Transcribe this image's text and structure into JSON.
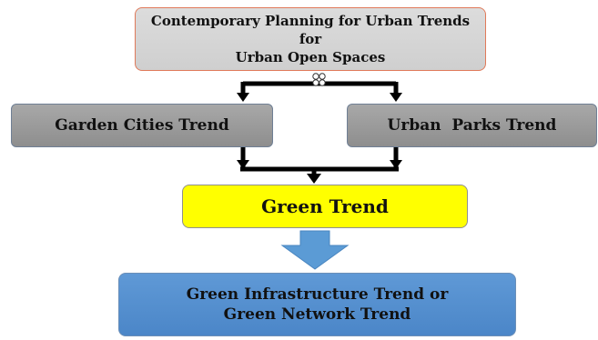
{
  "diagram": {
    "top_box": {
      "label": "Contemporary Planning for Urban Trends  for\nUrban Open Spaces"
    },
    "left_box": {
      "label": "Garden Cities Trend"
    },
    "right_box": {
      "label": "Urban  Parks Trend"
    },
    "green_box": {
      "label": "Green Trend"
    },
    "bottom_box": {
      "label": "Green Infrastructure Trend or\nGreen Network Trend"
    },
    "colors": {
      "top_box_fill": "#d6d6d6",
      "top_box_border": "#e07a5a",
      "middle_boxes_fill": "#9a9a9a",
      "green_box_fill": "#ffff00",
      "bottom_box_fill": "#5590d0",
      "big_arrow_fill": "#5b9bd5",
      "connector": "#000000"
    }
  }
}
